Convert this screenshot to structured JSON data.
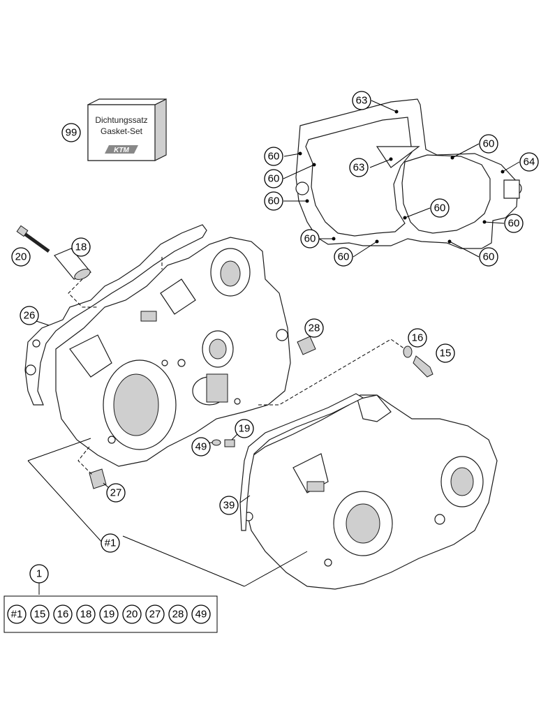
{
  "gasket_set_box": {
    "line1": "Dichtungssatz",
    "line2": "Gasket-Set",
    "logo": "KTM"
  },
  "callouts": {
    "c99": "99",
    "c63a": "63",
    "c63b": "63",
    "c60a": "60",
    "c60b": "60",
    "c60c": "60",
    "c60d": "60",
    "c60e": "60",
    "c60f": "60",
    "c60g": "60",
    "c60h": "60",
    "c60i": "60",
    "c64": "64",
    "c20": "20",
    "c18": "18",
    "c26": "26",
    "c28": "28",
    "c16": "16",
    "c15": "15",
    "c19": "19",
    "c49": "49",
    "c27": "27",
    "c39": "39",
    "c1sub": "#1",
    "c1": "1"
  },
  "kit_row": [
    "#1",
    "15",
    "16",
    "18",
    "19",
    "20",
    "27",
    "28",
    "49"
  ]
}
